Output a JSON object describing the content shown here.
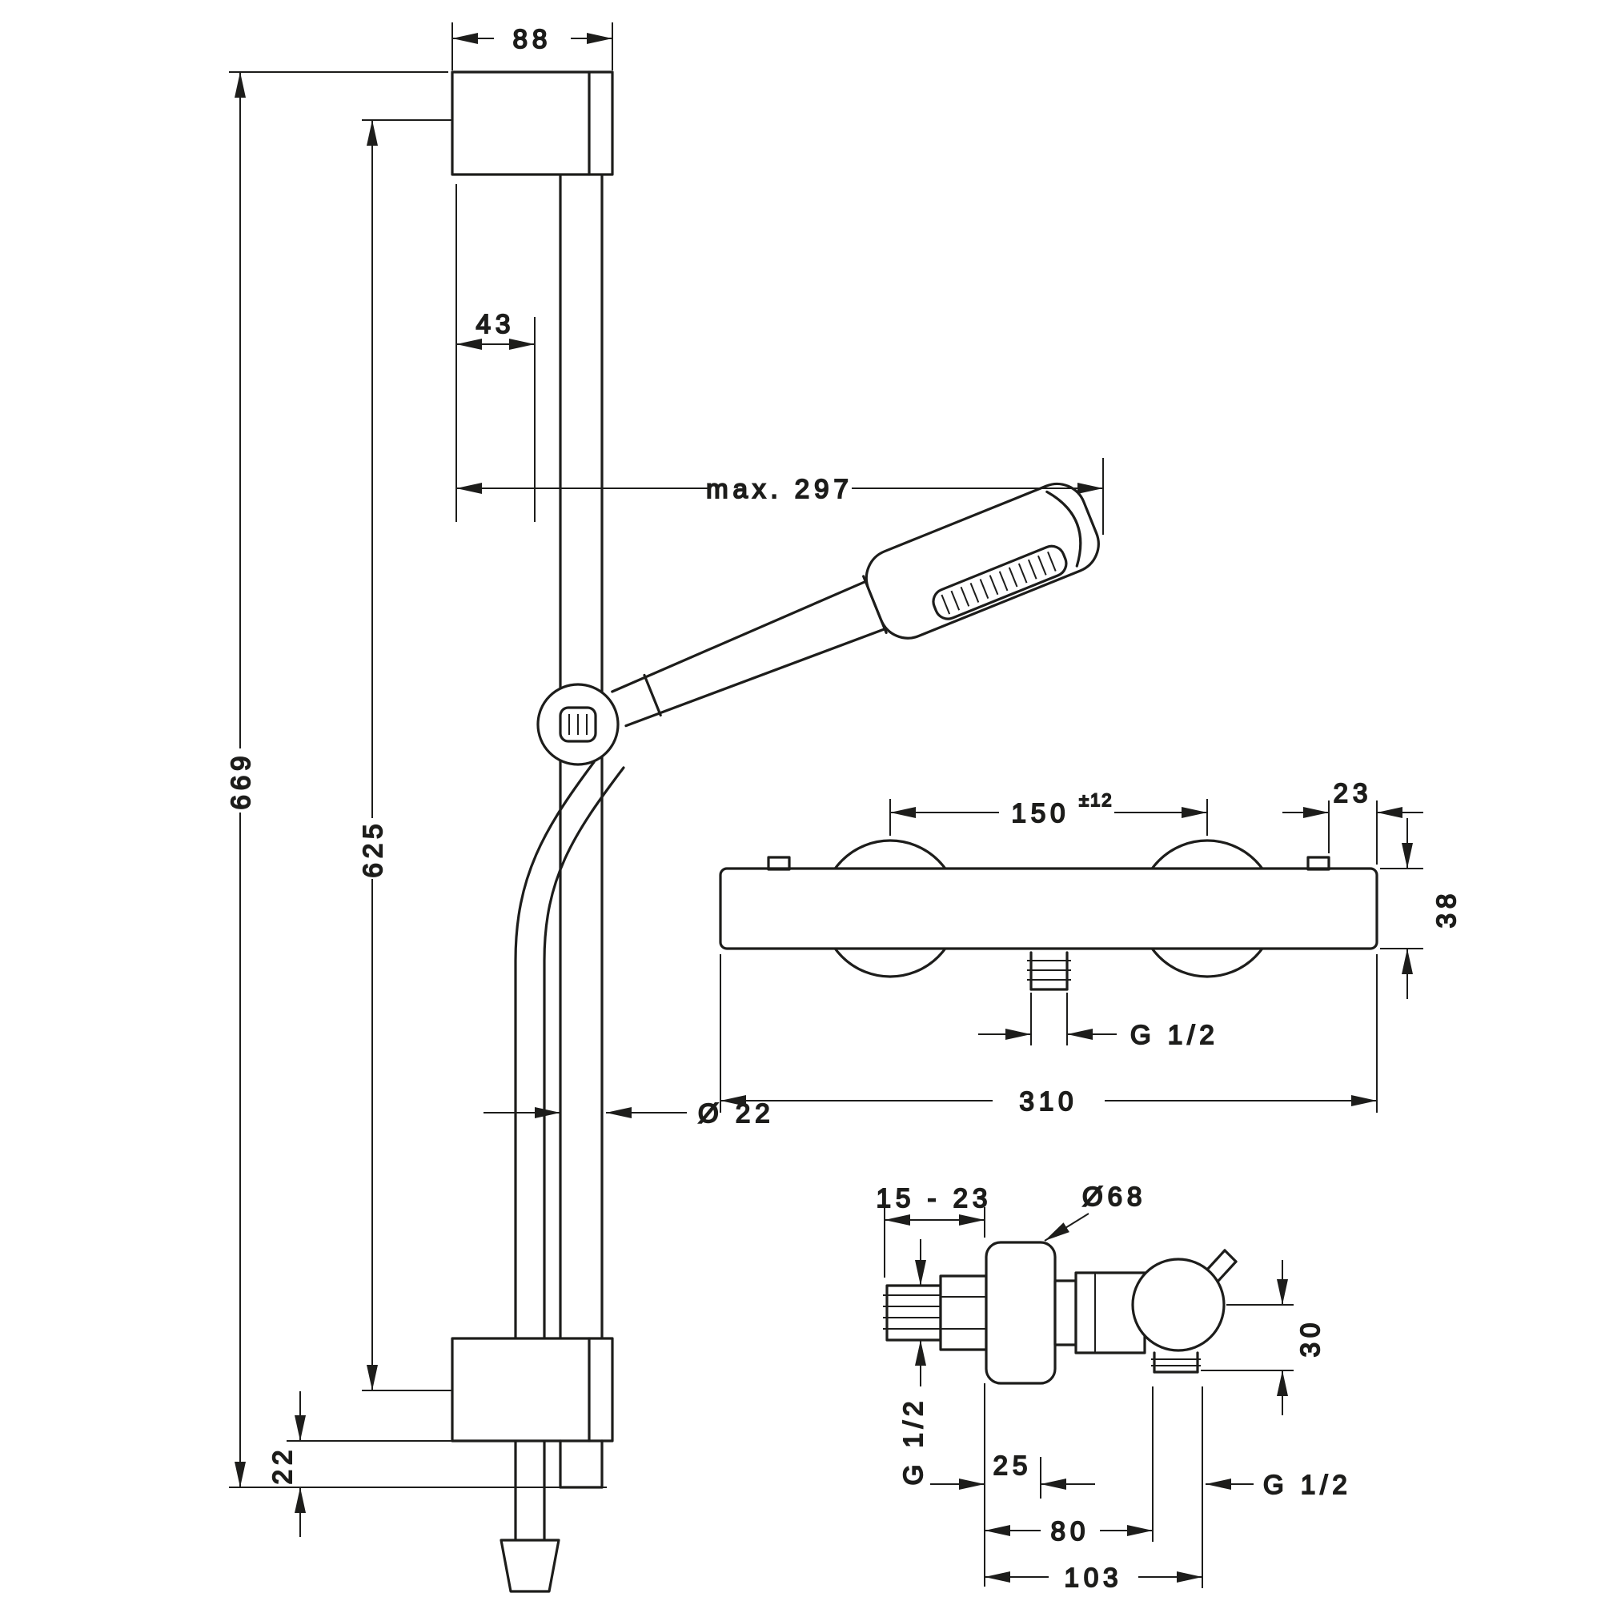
{
  "colors": {
    "ink": "#1d1d1b",
    "background": "#ffffff"
  },
  "slide_bar": {
    "top_width": "88",
    "holder_offset": "43",
    "max_reach": "max. 297",
    "overall_height": "669",
    "rail_length": "625",
    "bottom_offset": "22",
    "rail_diameter": "Ø 22"
  },
  "mixer_front": {
    "connection_centers": "150",
    "connection_tolerance": "±12",
    "edge_offset": "23",
    "body_height": "38",
    "outlet_thread": "G 1/2",
    "body_width": "310"
  },
  "mixer_side": {
    "wall_distance": "15 - 23",
    "escutcheon_diameter": "Ø68",
    "outlet_drop": "30",
    "inlet_thread": "G 1/2",
    "depth_to_outlet": "25",
    "depth_to_body_end": "80",
    "depth_total": "103",
    "outlet_thread": "G 1/2"
  }
}
